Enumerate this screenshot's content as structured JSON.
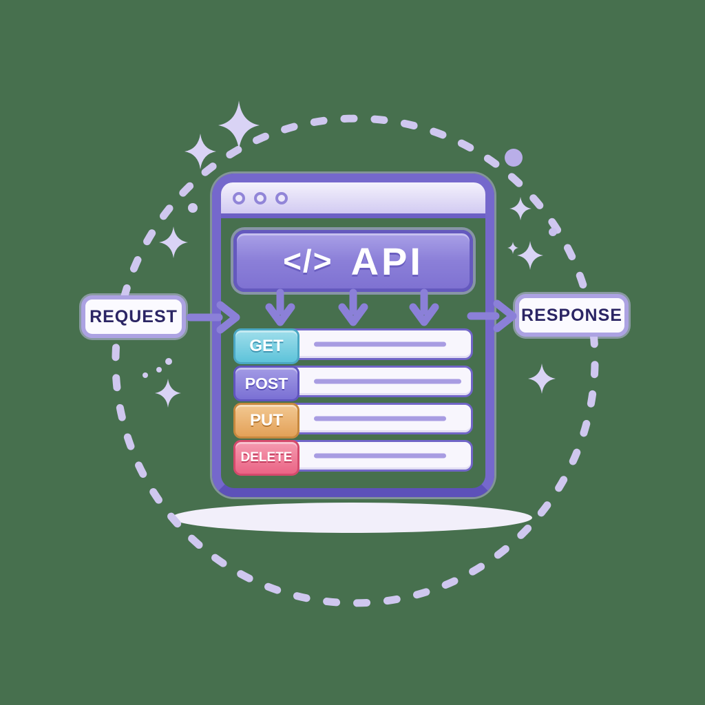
{
  "illustration": {
    "background_color": "#47704E",
    "request_label": "REQUEST",
    "response_label": "RESPONSE",
    "api_header": {
      "code_glyph": "</>",
      "title": "API"
    },
    "methods": [
      {
        "name": "GET",
        "color": "#5EC3DA",
        "border_color": "#4AA7C3"
      },
      {
        "name": "POST",
        "color": "#7A70D4",
        "border_color": "#6055BF"
      },
      {
        "name": "PUT",
        "color": "#E3A158",
        "border_color": "#C6883E"
      },
      {
        "name": "DELETE",
        "color": "#EA6485",
        "border_color": "#D44A6C"
      }
    ],
    "colors": {
      "window_border": "#7568CC",
      "titlebar": "#D9D3F6",
      "api_panel": "#8B7FD8",
      "arrow": "#8B80D8",
      "dashed_ring": "#CFC7EF",
      "row_fill": "#F8F6FD",
      "row_line": "#A89CE2",
      "label_text": "#2B2564",
      "sparkle": "#D9D3F5",
      "shadow": "#F2EFFA"
    },
    "decorations": {
      "window_dots": 3,
      "down_arrows": 3,
      "sparkles": 8,
      "small_dots": 6,
      "dashed_circle": true,
      "ground_shadow": true
    }
  }
}
